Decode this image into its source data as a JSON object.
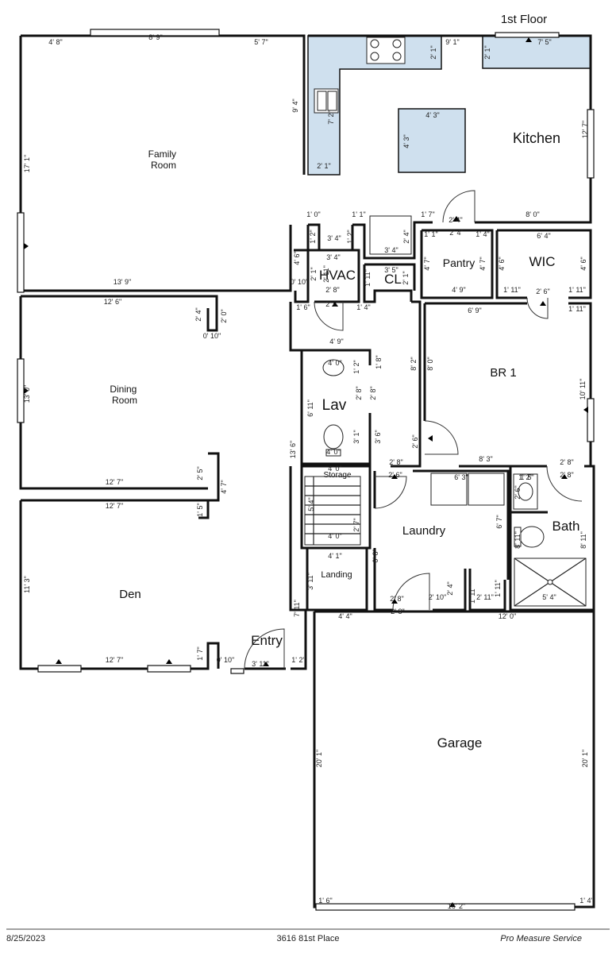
{
  "title": "1st Floor",
  "rooms": {
    "family_room": "Family\nRoom",
    "kitchen": "Kitchen",
    "hvac": "HVAC",
    "cl": "CL",
    "pantry": "Pantry",
    "wic": "WIC",
    "dining_room": "Dining\nRoom",
    "lav": "Lav",
    "br1": "BR 1",
    "storage": "Storage",
    "laundry": "Laundry",
    "bath": "Bath",
    "den": "Den",
    "landing": "Landing",
    "entry": "Entry",
    "garage": "Garage"
  },
  "dimensions": [
    "4' 8\"",
    "8' 9\"",
    "5' 7\"",
    "9' 1\"",
    "2' 1\"",
    "2' 1\"",
    "7' 5\"",
    "9' 4\"",
    "7' 2\"",
    "4' 3\"",
    "4' 3\"",
    "12' 7\"",
    "2' 1\"",
    "17' 1\"",
    "1' 0\"",
    "1' 1\"",
    "1' 7\"",
    "8' 0\"",
    "2' 4\"",
    "1' 2\"",
    "3' 4\"",
    "1' 2\"",
    "2' 4\"",
    "1' 1\"",
    "2' 4\"",
    "1' 4\"",
    "6' 4\"",
    "3' 4\"",
    "4' 6\"",
    "3' 4\"",
    "4' 7\"",
    "4' 7\"",
    "4' 6\"",
    "4' 6\"",
    "3' 5\"",
    "2' 1\"",
    "2' 11\"",
    "1' 11\"",
    "2' 1\"",
    "0' 10\"",
    "2' 8\"",
    "4' 9\"",
    "1' 11\"",
    "2' 6\"",
    "1' 11\"",
    "13' 9\"",
    "1' 6\"",
    "2' 6\"",
    "1' 4\"",
    "6' 9\"",
    "1' 11\"",
    "12' 6\"",
    "2' 4\"",
    "2' 0\"",
    "0' 10\"",
    "4' 9\"",
    "4' 0\"",
    "1' 2\"",
    "1' 8\"",
    "8' 2\"",
    "8' 0\"",
    "2' 8\"",
    "2' 8\"",
    "10' 11\"",
    "13' 0\"",
    "6' 11\"",
    "3' 1\"",
    "3' 6\"",
    "2' 6\"",
    "4' 0\"",
    "13' 6\"",
    "2' 5\"",
    "4' 7\"",
    "12' 7\"",
    "2' 8\"",
    "8' 3\"",
    "2' 8\"",
    "12' 7\"",
    "4' 0\"",
    "2' 6\"",
    "6' 3\"",
    "1' 2\"",
    "1' 5\"",
    "2' 8\"",
    "2' 6\"",
    "5' 4\"",
    "2' 7\"",
    "6' 7\"",
    "4' 0\"",
    "8' 11\"",
    "8' 11\"",
    "1' 5\"",
    "4' 1\"",
    "6' 8\"",
    "11' 3\"",
    "3' 11\"",
    "2' 4\"",
    "5' 4\"",
    "2' 8\"",
    "2' 10\"",
    "1' 11\"",
    "2' 11\"",
    "1' 11\"",
    "7' 11\"",
    "4' 4\"",
    "2' 8\"",
    "12' 0\"",
    "1' 7\"",
    "0' 10\"",
    "3' 11\"",
    "1' 2\"",
    "12' 7\"",
    "20' 1\"",
    "20' 1\"",
    "1' 6\"",
    "16' 2\"",
    "1' 4\""
  ],
  "footer": {
    "date": "8/25/2023",
    "address": "3616 81st Place",
    "company": "Pro Measure Service"
  }
}
